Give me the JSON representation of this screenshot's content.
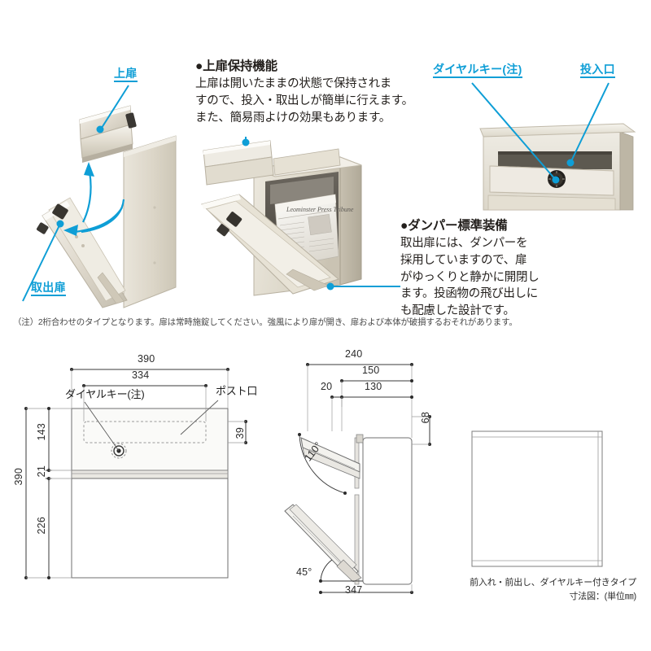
{
  "document": {
    "title": "前入れ・前出し、ダイヤルキー付きタイプ ポスト仕様説明図",
    "background_color": "#ffffff",
    "accent_color": "#0e9ed6",
    "text_color": "#231f1c",
    "body_color": "#ddd8cb"
  },
  "features": {
    "upper_door": {
      "heading": "●上扉保持機能",
      "line1": "上扉は開いたままの状態で保持されま",
      "line2": "すので、投入・取出しが簡単に行えます。",
      "line3": "また、簡易雨よけの効果もあります。"
    },
    "damper": {
      "heading": "●ダンパー標準装備",
      "line1": "取出扉には、ダンパーを",
      "line2": "採用していますので、扉",
      "line3": "がゆっくりと静かに開閉し",
      "line4": "ます。投函物の飛び出しに",
      "line5": "も配慮した設計です。"
    }
  },
  "callouts": {
    "upper_door": "上扉",
    "take_out_door": "取出扉",
    "dial_key": "ダイヤルキー(注)",
    "mail_slot": "投入口"
  },
  "note": "（注）2桁合わせのタイプとなります。扉は常時施錠してください。強風により扉が開き、扉および本体が破損するおそれがあります。",
  "drawings": {
    "front_view": {
      "labels": {
        "dial_key": "ダイヤルキー(注)",
        "post_slot": "ポスト口"
      },
      "dimensions": {
        "overall_width": "390",
        "inner_width": "334",
        "overall_height": "390",
        "upper_height": "143",
        "band_height": "21",
        "lower_height": "226",
        "slot_height": "39"
      }
    },
    "side_view": {
      "dimensions": {
        "overall_depth": "240",
        "depth_150": "150",
        "depth_20": "20",
        "depth_130": "130",
        "height_68": "68",
        "open_angle_upper": "110°",
        "open_angle_lower": "45°",
        "projection": "347"
      }
    },
    "rear_view": {
      "label": ""
    },
    "caption": {
      "line1": "前入れ・前出し、ダイヤルキー付きタイプ",
      "line2": "寸法図：(単位㎜)"
    }
  }
}
